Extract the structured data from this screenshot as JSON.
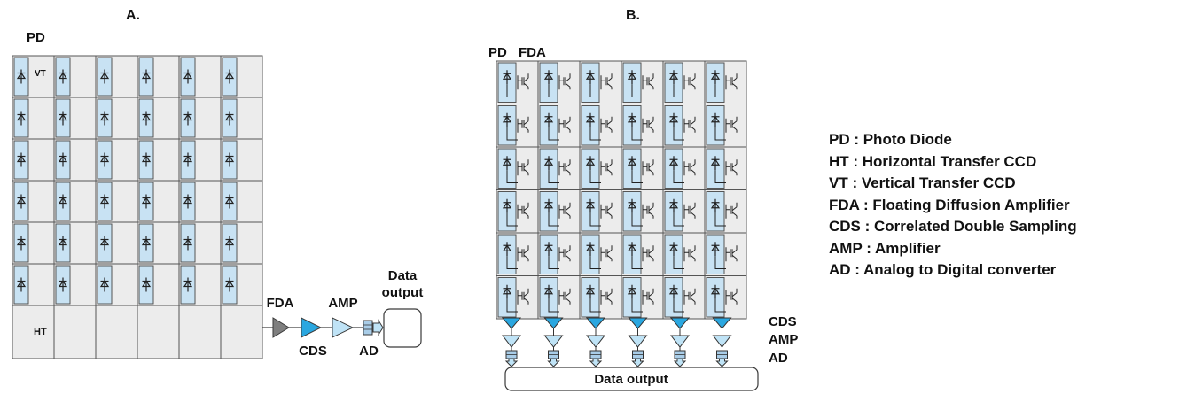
{
  "colors": {
    "pd_fill": "#c8e2f3",
    "cell_fill": "#ececec",
    "line": "#3a3a3a",
    "cds_fill": "#2aa7e0",
    "amp_fill": "#bfe3f6",
    "fda_fill": "#7f7f7f",
    "ad_fill": "#a9cde8"
  },
  "panel_a": {
    "title": "A.",
    "pd_label": "PD",
    "vt_label": "VT",
    "ht_label": "HT",
    "fda_label": "FDA",
    "cds_label": "CDS",
    "amp_label": "AMP",
    "ad_label": "AD",
    "output_line1": "Data",
    "output_line2": "output"
  },
  "panel_b": {
    "title": "B.",
    "pd_label": "PD",
    "fda_label": "FDA",
    "cds_label": "CDS",
    "amp_label": "AMP",
    "ad_label": "AD",
    "output_label": "Data output"
  },
  "legend": [
    "PD : Photo Diode",
    "HT : Horizontal Transfer CCD",
    "VT : Vertical Transfer CCD",
    "FDA : Floating Diffusion Amplifier",
    "CDS : Correlated Double Sampling",
    "AMP : Amplifier",
    "AD : Analog to Digital converter"
  ]
}
